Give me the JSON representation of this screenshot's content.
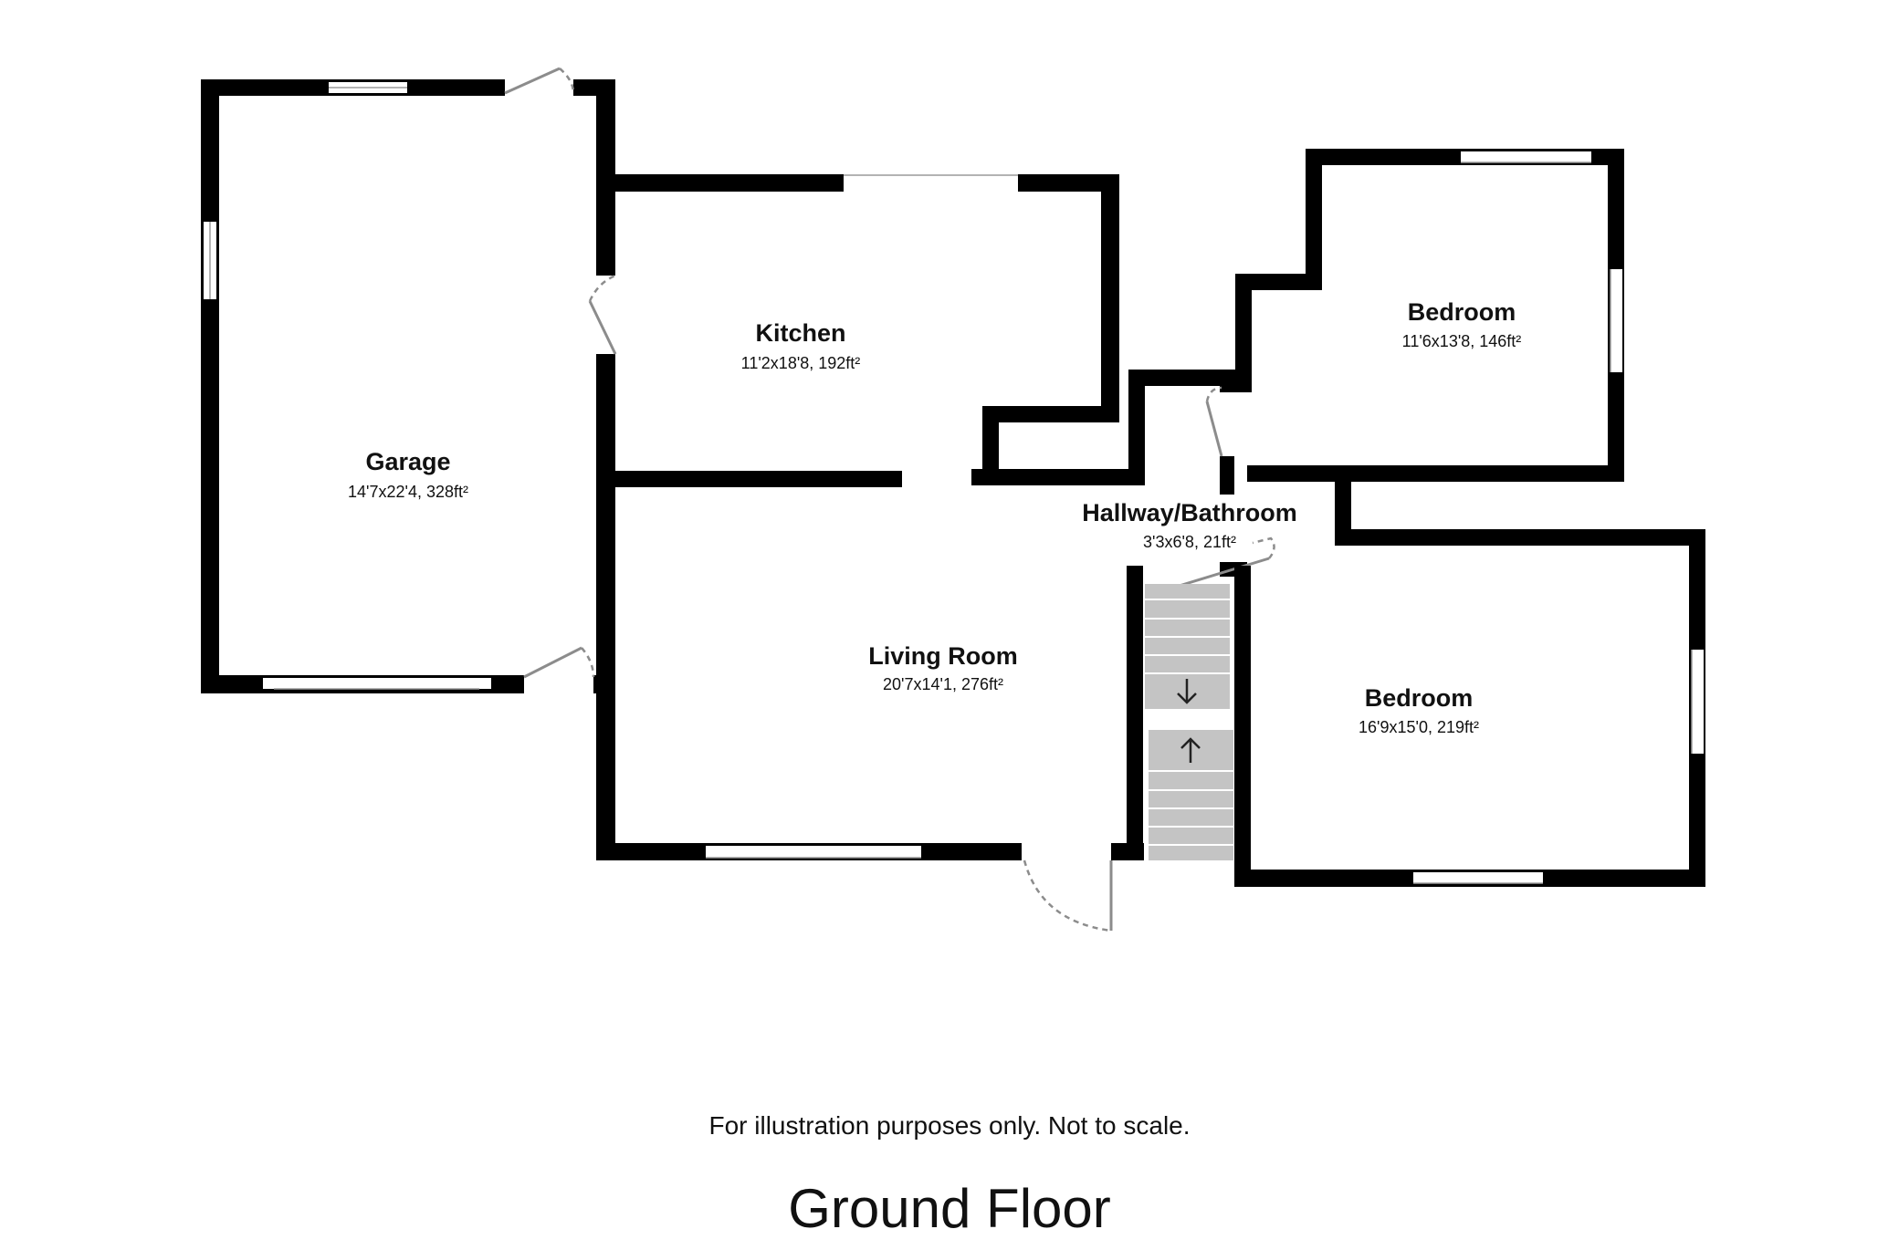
{
  "rooms": {
    "garage": {
      "name": "Garage",
      "dims": "14'7x22'4, 328ft²"
    },
    "kitchen": {
      "name": "Kitchen",
      "dims": "11'2x18'8, 192ft²"
    },
    "living_room": {
      "name": "Living Room",
      "dims": "20'7x14'1, 276ft²"
    },
    "hallway": {
      "name": "Hallway/Bathroom",
      "dims": "3'3x6'8, 21ft²"
    },
    "bedroom_upper": {
      "name": "Bedroom",
      "dims": "11'6x13'8, 146ft²"
    },
    "bedroom_lower": {
      "name": "Bedroom",
      "dims": "16'9x15'0, 219ft²"
    }
  },
  "footer": {
    "disclaimer": "For illustration purposes only. Not to scale.",
    "floor_title": "Ground Floor"
  },
  "colors": {
    "wall": "#000000",
    "stairs": "#c4c4c4",
    "door": "#8c8c8c"
  },
  "icons": [
    "stairs-down-arrow-icon",
    "stairs-up-arrow-icon"
  ]
}
